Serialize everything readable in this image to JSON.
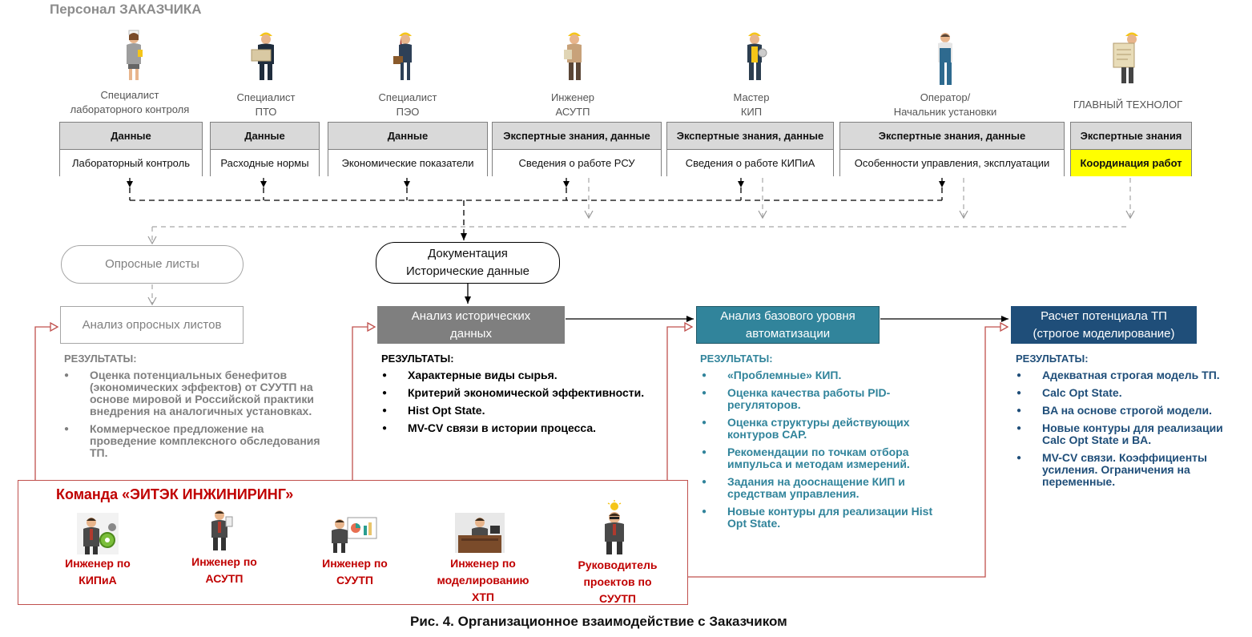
{
  "header": {
    "title": "Персонал ЗАКАЗЧИКА"
  },
  "customer_roles": [
    {
      "name_line1": "Специалист",
      "name_line2": "лабораторного контроля",
      "header": "Данные",
      "body": "Лабораторный контроль"
    },
    {
      "name_line1": "Специалист",
      "name_line2": "ПТО",
      "header": "Данные",
      "body": "Расходные нормы"
    },
    {
      "name_line1": "Специалист",
      "name_line2": "ПЭО",
      "header": "Данные",
      "body": "Экономические показатели"
    },
    {
      "name_line1": "Инженер",
      "name_line2": "АСУТП",
      "header": "Экспертные знания, данные",
      "body": "Сведения о работе РСУ"
    },
    {
      "name_line1": "Мастер",
      "name_line2": "КИП",
      "header": "Экспертные знания, данные",
      "body": "Сведения о работе КИПиА"
    },
    {
      "name_line1": "Оператор/",
      "name_line2": "Начальник установки",
      "header": "Экспертные знания, данные",
      "body": "Особенности управления, эксплуатации"
    },
    {
      "name_line1": "ГЛАВНЫЙ ТЕХНОЛОГ",
      "name_line2": "",
      "header": "Экспертные знания",
      "body": "Координация работ"
    }
  ],
  "questionnaire": {
    "label": "Опросные листы"
  },
  "documentation": {
    "line1": "Документация",
    "line2": "Исторические данные"
  },
  "stages": [
    {
      "line1": "Анализ опросных листов",
      "line2": ""
    },
    {
      "line1": "Анализ исторических",
      "line2": "данных"
    },
    {
      "line1": "Анализ базового уровня",
      "line2": "автоматизации"
    },
    {
      "line1": "Расчет потенциала ТП",
      "line2": "(строгое моделирование)"
    }
  ],
  "results_title": "РЕЗУЛЬТАТЫ:",
  "results": [
    [
      "Оценка потенциальных бенефитов (экономических эффектов) от СУУТП на основе мировой и Российской практики внедрения на аналогичных установках.",
      "Коммерческое предложение на проведение комплексного обследования ТП."
    ],
    [
      "Характерные виды сырья.",
      "Критерий экономической эффективности.",
      "Hist Opt State.",
      "MV-CV связи в истории процесса."
    ],
    [
      "«Проблемные» КИП.",
      "Оценка качества работы PID-регуляторов.",
      "Оценка структуры действующих контуров САР.",
      "Рекомендации по точкам отбора импульса и методам измерений.",
      "Задания на дооснащение КИП и средствам управления.",
      "Новые контуры для реализации Hist Opt State."
    ],
    [
      "Адекватная строгая модель ТП.",
      "Calc Opt State.",
      "BA на основе строгой модели.",
      "Новые контуры для реализации Calc Opt State и BA.",
      "MV-CV связи. Коэффициенты усиления. Ограничения на переменные."
    ]
  ],
  "team": {
    "title": "Команда «ЭИТЭК ИНЖИНИРИНГ»",
    "members": [
      {
        "line1": "Инженер по",
        "line2": "КИПиА",
        "line3": ""
      },
      {
        "line1": "Инженер по",
        "line2": "АСУТП",
        "line3": ""
      },
      {
        "line1": "Инженер по",
        "line2": "СУУТП",
        "line3": ""
      },
      {
        "line1": "Инженер по",
        "line2": "моделированию",
        "line3": "ХТП"
      },
      {
        "line1": "Руководитель",
        "line2": "проектов по",
        "line3": "СУУТП"
      }
    ]
  },
  "caption": "Рис. 4. Организационное взаимодействие с Заказчиком",
  "colors": {
    "header_grey": "#d9d9d9",
    "stage2": "#7f7f7f",
    "stage3": "#31849b",
    "stage4": "#1f4e79",
    "team_border": "#c0504d",
    "team_text": "#c00000",
    "highlight": "#ffff00"
  },
  "icons": [
    "customer-person-icon",
    "team-person-icon",
    "arrow-icon"
  ]
}
